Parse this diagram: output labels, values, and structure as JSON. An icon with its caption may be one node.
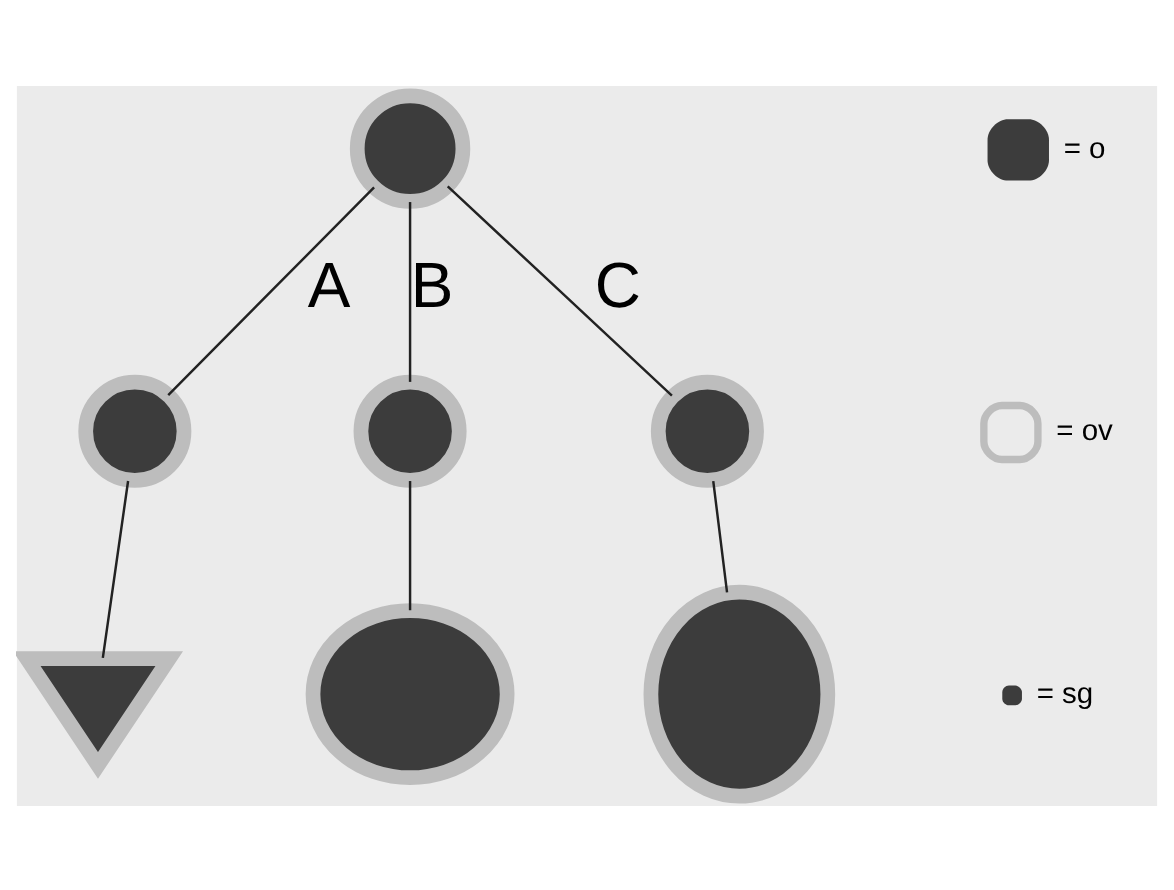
{
  "diagram": {
    "nodes": [
      {
        "text": [],
        "shape": "circle"
      },
      {
        "text": [],
        "shape": "circle"
      },
      {
        "text": [],
        "shape": "circle"
      },
      {
        "text": [],
        "shape": "circle"
      },
      {
        "text": [],
        "shape": "triangle"
      },
      {
        "text": [],
        "shape": "ellipse"
      },
      {
        "text": [],
        "shape": "ellipse"
      }
    ],
    "edges": [
      {
        "from": 0,
        "to": 1,
        "arrow": "none",
        "label": "A"
      },
      {
        "from": 0,
        "to": 2,
        "arrow": "none",
        "label": "B"
      },
      {
        "from": 0,
        "to": 3,
        "arrow": "none",
        "label": "C"
      },
      {
        "from": 1,
        "to": 4,
        "arrow": "none"
      },
      {
        "from": 2,
        "to": 5,
        "arrow": "none"
      },
      {
        "from": 3,
        "to": 6,
        "arrow": "none"
      }
    ],
    "legend": [
      {
        "text": "= o"
      },
      {
        "text": "= ov"
      },
      {
        "text": "= sg"
      }
    ]
  }
}
